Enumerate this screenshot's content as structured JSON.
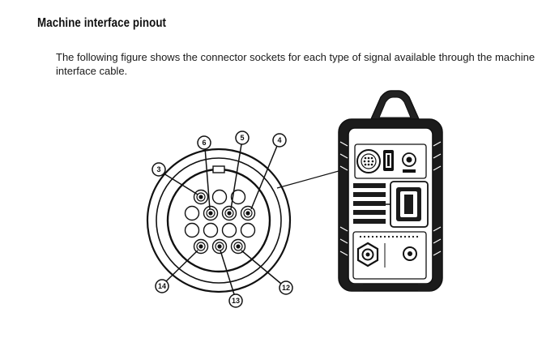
{
  "section_title": "Machine interface pinout",
  "description": "The following figure shows the connector sockets for each type of signal available through the machine interface cable.",
  "callouts": {
    "c3": "3",
    "c6": "6",
    "c5": "5",
    "c4": "4",
    "c14": "14",
    "c13": "13",
    "c12": "12"
  }
}
